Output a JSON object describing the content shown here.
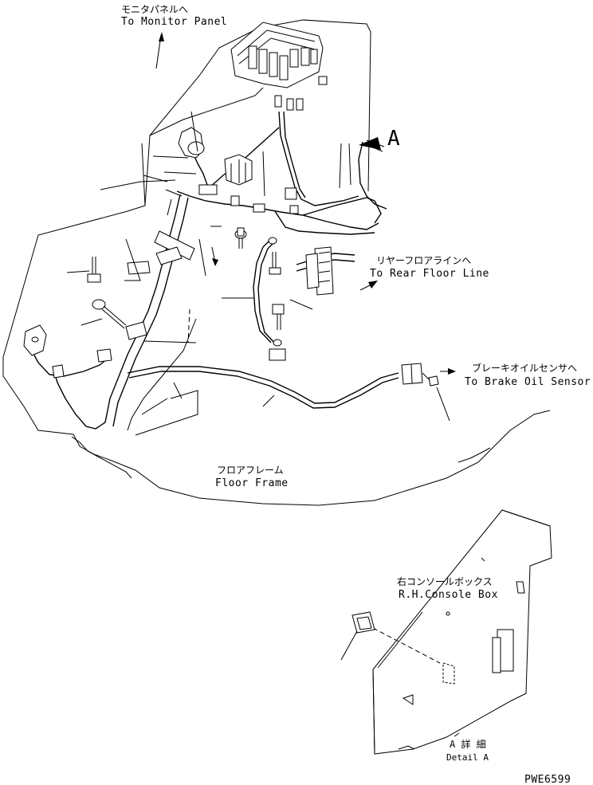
{
  "labels": {
    "monitor_panel_jp": "モニタパネルへ",
    "monitor_panel_en": "To Monitor Panel",
    "view_a": "A",
    "rear_floor_jp": "リヤーフロアラインへ",
    "rear_floor_en": "To Rear Floor Line",
    "brake_oil_jp": "ブレーキオイルセンサへ",
    "brake_oil_en": "To Brake Oil Sensor",
    "floor_frame_jp": "フロアフレーム",
    "floor_frame_en": "Floor Frame",
    "console_box_jp": "右コンソールボックス",
    "console_box_en": "R.H.Console Box",
    "detail_jp": "A 詳 細",
    "detail_en": "Detail A",
    "drawing_no": "PWE6599"
  }
}
